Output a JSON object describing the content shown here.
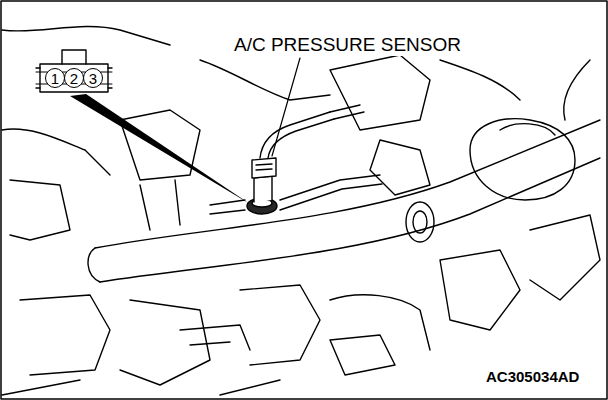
{
  "diagram": {
    "nodes": [
      {
        "text": [
          "1"
        ]
      },
      {
        "text": [
          "2"
        ]
      },
      {
        "text": [
          "3"
        ]
      }
    ],
    "labels": [
      "A/C PRESSURE SENSOR",
      "AC305034AD"
    ]
  }
}
